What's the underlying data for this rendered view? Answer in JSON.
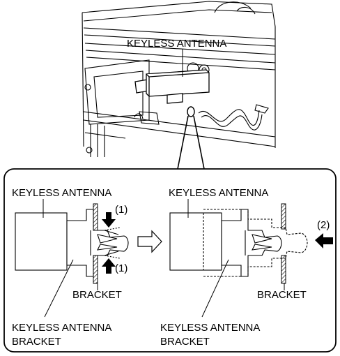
{
  "overview": {
    "antenna_label": "KEYLESS ANTENNA"
  },
  "detail_left": {
    "antenna_label": "KEYLESS ANTENNA",
    "callout_1_top": "(1)",
    "callout_1_bottom": "(1)",
    "bracket_label": "BRACKET",
    "antenna_bracket_label_line1": "KEYLESS ANTENNA",
    "antenna_bracket_label_line2": "BRACKET"
  },
  "detail_right": {
    "antenna_label": "KEYLESS ANTENNA",
    "callout_2": "(2)",
    "bracket_label": "BRACKET",
    "antenna_bracket_label_line1": "KEYLESS ANTENNA",
    "antenna_bracket_label_line2": "BRACKET"
  },
  "icons": {
    "step_arrow": "hollow-right-arrow-icon",
    "push_arrow_down": "solid-down-arrow-icon",
    "push_arrow_up": "solid-up-arrow-icon",
    "push_arrow_left": "solid-left-arrow-icon"
  },
  "colors": {
    "line": "#000000",
    "background": "#ffffff"
  }
}
